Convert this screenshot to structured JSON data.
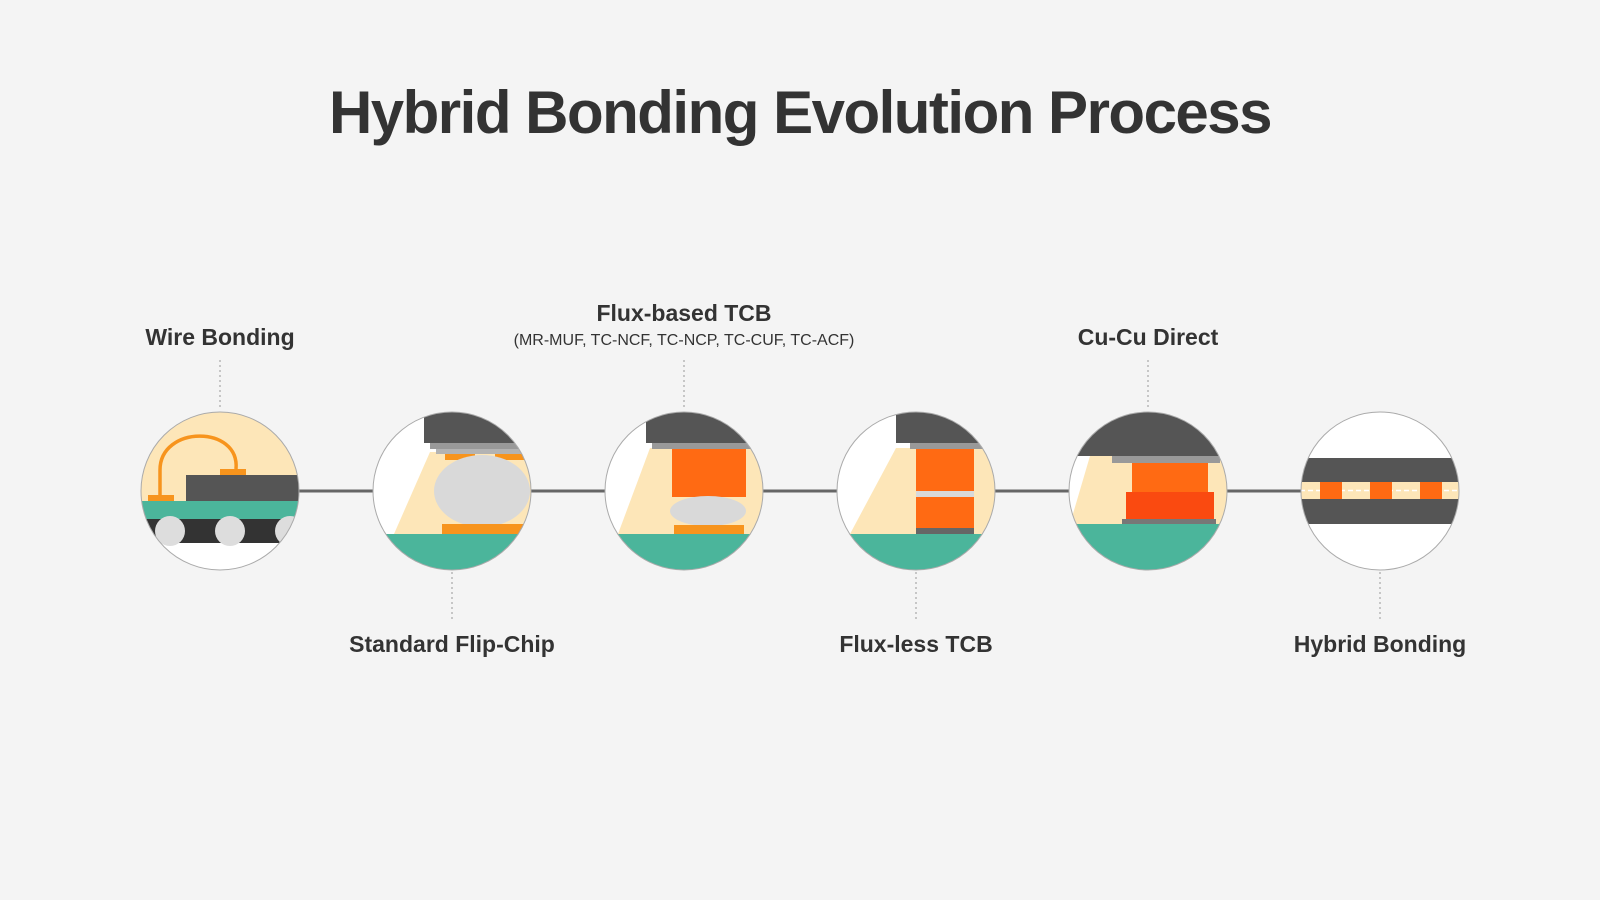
{
  "title": "Hybrid Bonding Evolution Process",
  "stages": [
    {
      "id": "wire-bonding",
      "label": "Wire Bonding",
      "sublabel": ""
    },
    {
      "id": "standard-flip-chip",
      "label": "Standard Flip-Chip",
      "sublabel": ""
    },
    {
      "id": "flux-based-tcb",
      "label": "Flux-based TCB",
      "sublabel": "(MR-MUF, TC-NCF, TC-NCP, TC-CUF, TC-ACF)"
    },
    {
      "id": "flux-less-tcb",
      "label": "Flux-less TCB",
      "sublabel": ""
    },
    {
      "id": "cu-cu-direct",
      "label": "Cu-Cu Direct",
      "sublabel": ""
    },
    {
      "id": "hybrid-bonding",
      "label": "Hybrid Bonding",
      "sublabel": ""
    }
  ],
  "colors": {
    "background": "#f4f4f4",
    "text": "#333333",
    "die": "#555555",
    "underfill": "#fde6b8",
    "copper": "#ff6a13",
    "copper_dark": "#fa4a10",
    "bond_pad": "#f7941d",
    "substrate": "#4bb59b",
    "solder": "#d9d9d9",
    "connector": "#666666"
  }
}
